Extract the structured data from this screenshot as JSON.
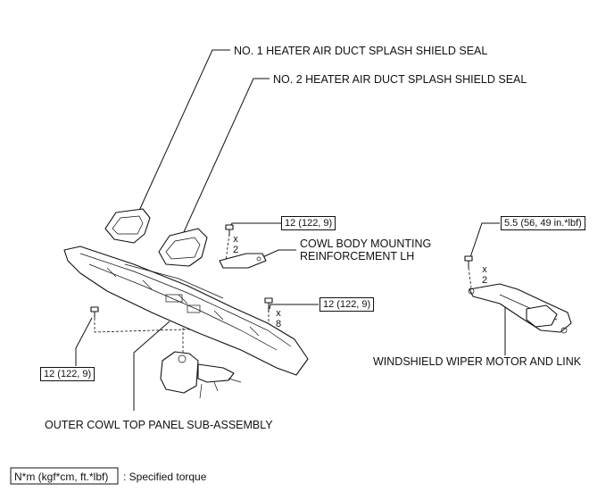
{
  "labels": {
    "seal1": "NO. 1 HEATER AIR DUCT SPLASH SHIELD SEAL",
    "seal2": "NO. 2 HEATER AIR DUCT SPLASH SHIELD SEAL",
    "cowl_reinf_line1": "COWL BODY MOUNTING",
    "cowl_reinf_line2": "REINFORCEMENT LH",
    "wiper": "WINDSHIELD WIPER MOTOR AND LINK",
    "outer_cowl": "OUTER COWL TOP PANEL SUB-ASSEMBLY"
  },
  "torques": {
    "t1": "12 (122, 9)",
    "t2": "12 (122, 9)",
    "t3": "12 (122, 9)",
    "t4": "5.5 (56, 49 in.*lbf)"
  },
  "quantities": {
    "q1_x": "x",
    "q1_n": "2",
    "q2_x": "x",
    "q2_n": "8",
    "q3_x": "x",
    "q3_n": "2"
  },
  "legend": {
    "unit": "N*m (kgf*cm, ft.*lbf)",
    "meaning": ": Specified torque"
  }
}
